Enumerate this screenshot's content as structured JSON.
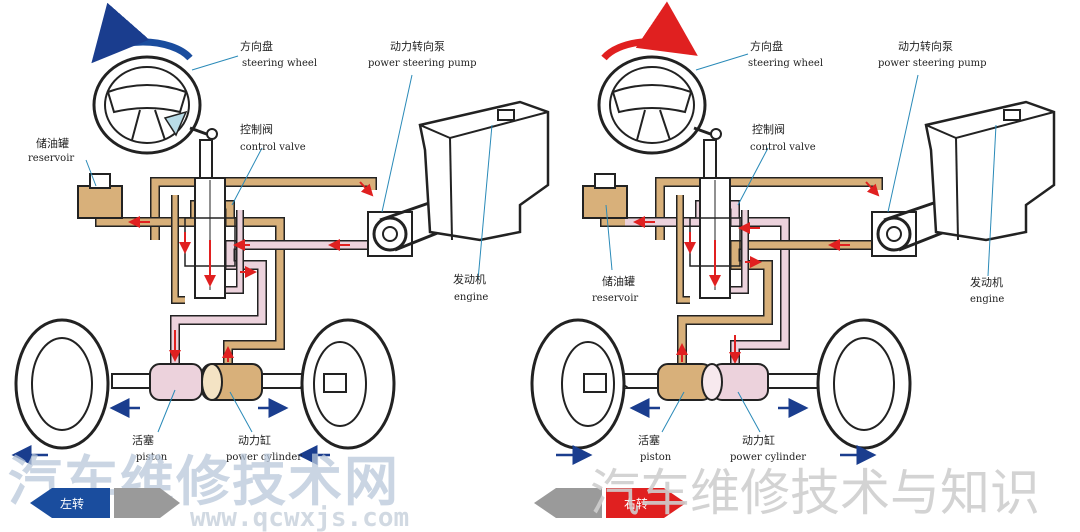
{
  "diagrams": [
    {
      "id": "left",
      "labels": {
        "steering_zh": "方向盘",
        "steering_en": "steering wheel",
        "pump_zh": "动力转向泵",
        "pump_en": "power steering pump",
        "reservoir_zh": "储油罐",
        "reservoir_en": "reservoir",
        "valve_zh": "控制阀",
        "valve_en": "control valve",
        "engine_zh": "发动机",
        "engine_en": "engine",
        "piston_zh": "活塞",
        "piston_en": "piston",
        "cylinder_zh": "动力缸",
        "cylinder_en": "power cylinder"
      },
      "turn_label": "左转",
      "arrow_color": "#1a4d9e"
    },
    {
      "id": "right",
      "labels": {
        "steering_zh": "方向盘",
        "steering_en": "steering wheel",
        "pump_zh": "动力转向泵",
        "pump_en": "power steering pump",
        "reservoir_zh": "储油罐",
        "reservoir_en": "reservoir",
        "valve_zh": "控制阀",
        "valve_en": "control valve",
        "engine_zh": "发动机",
        "engine_en": "engine",
        "piston_zh": "活塞",
        "piston_en": "piston",
        "cylinder_zh": "动力缸",
        "cylinder_en": "power cylinder"
      },
      "turn_label": "右转",
      "arrow_color": "#e02020"
    }
  ],
  "watermark": {
    "left_main": "汽车维修技术网",
    "left_url": "www.qcwxjs.com",
    "right_main": "汽车维修技术与知识"
  },
  "colors": {
    "high_pressure": "#d8b07a",
    "return_line": "#ecd2dc",
    "flow_arrow": "#e02020",
    "left_turn": "#1a4d9e",
    "right_turn": "#e02020",
    "inactive": "#9a9a9a"
  }
}
